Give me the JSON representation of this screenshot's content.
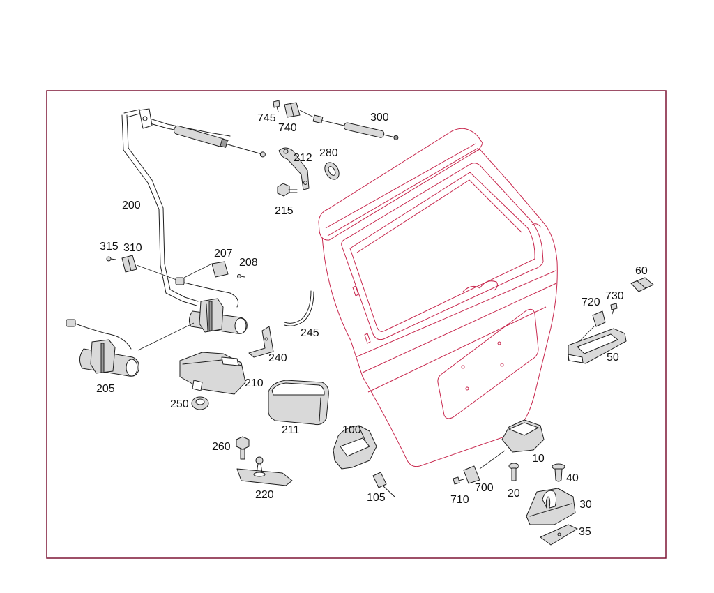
{
  "colors": {
    "background": "#ffffff",
    "frame": "#7d1535",
    "tailgate": "#c8284e",
    "parts": "#1e1e1e",
    "callout_text": "#111111"
  },
  "callouts": {
    "part_745": "745",
    "part_740": "740",
    "part_300": "300",
    "part_212": "212",
    "part_280": "280",
    "part_215": "215",
    "part_200": "200",
    "part_315": "315",
    "part_310": "310",
    "part_207": "207",
    "part_208": "208",
    "part_245": "245",
    "part_240": "240",
    "part_205": "205",
    "part_210": "210",
    "part_250": "250",
    "part_211": "211",
    "part_100": "100",
    "part_260": "260",
    "part_220": "220",
    "part_105": "105",
    "part_60": "60",
    "part_720": "720",
    "part_730": "730",
    "part_50": "50",
    "part_10": "10",
    "part_40": "40",
    "part_710": "710",
    "part_700": "700",
    "part_20": "20",
    "part_30": "30",
    "part_35": "35"
  }
}
